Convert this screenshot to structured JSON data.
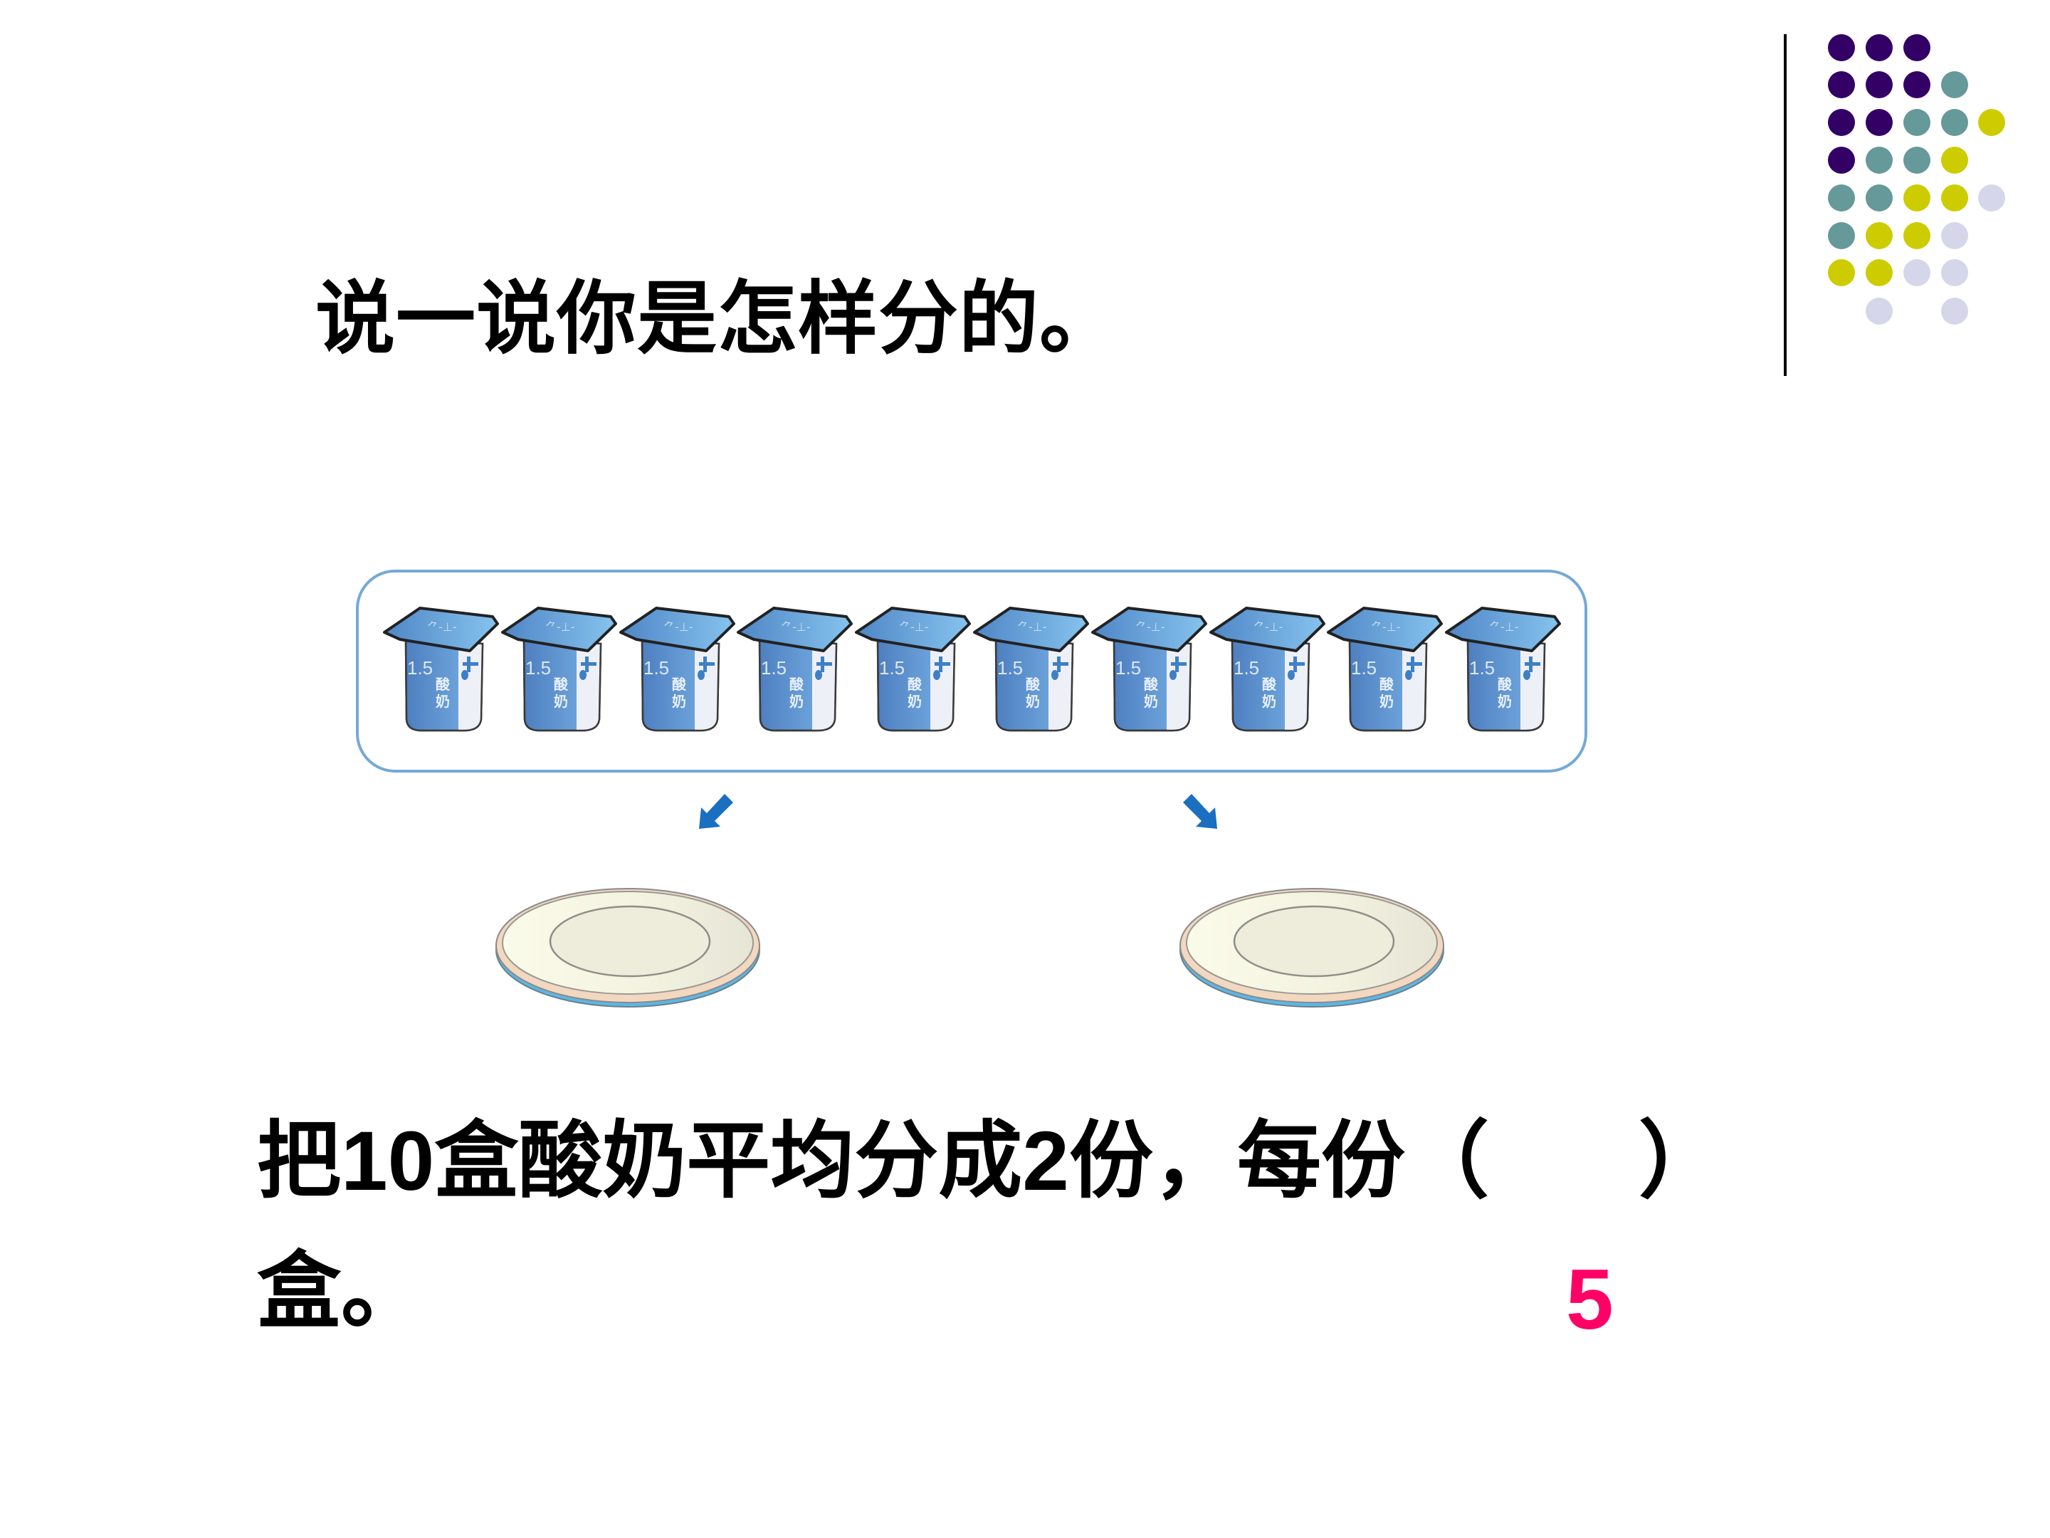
{
  "slide": {
    "title": "说一说你是怎样分的。",
    "question": {
      "line1_parts": [
        "把",
        "10",
        "盒酸奶平均分成",
        "2",
        "份，每份",
        "（",
        "）"
      ],
      "line2": "盒。"
    },
    "answer": "5",
    "illustration": {
      "cup_count": 10,
      "cup_label_number": "1.5",
      "cup_label_text_1": "酸",
      "cup_label_text_2": "奶",
      "plate_count": 2,
      "arrows": [
        "down-left",
        "down-right"
      ]
    }
  },
  "colors": {
    "text": "#000000",
    "answer": "#ff0066",
    "panel_border": "#74a9d8",
    "arrow": "#1a6fc0",
    "dot_purple": "#330066",
    "dot_teal": "#669999",
    "dot_yellow": "#cccc00",
    "dot_lavender": "#d6d6ea"
  },
  "decoration": {
    "dot_grid": [
      [
        "purple",
        "purple",
        "purple",
        null,
        null
      ],
      [
        "purple",
        "purple",
        "purple",
        "teal",
        null
      ],
      [
        "purple",
        "purple",
        "teal",
        "teal",
        "yellow"
      ],
      [
        "purple",
        "teal",
        "teal",
        "yellow",
        null
      ],
      [
        "teal",
        "teal",
        "yellow",
        "yellow",
        "lavender"
      ],
      [
        "teal",
        "yellow",
        "yellow",
        "lavender",
        null
      ],
      [
        "yellow",
        "yellow",
        "lavender",
        "lavender",
        null
      ],
      [
        null,
        "lavender",
        null,
        "lavender",
        null
      ]
    ]
  }
}
